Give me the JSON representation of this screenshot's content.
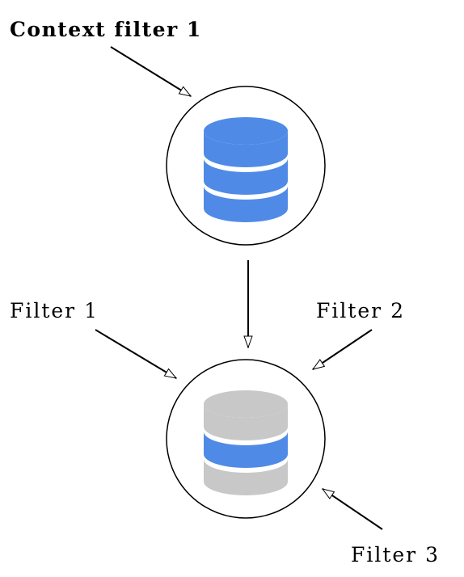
{
  "labels": {
    "context_filter": "Context filter 1",
    "filter_1": "Filter 1",
    "filter_2": "Filter 2",
    "filter_3": "Filter 3"
  },
  "colors": {
    "active": "#4f8be6",
    "inactive": "#c8c8c8",
    "stroke": "#000000",
    "background": "#ffffff"
  },
  "icons": {
    "top": "database-icon",
    "bottom": "database-icon"
  },
  "database_top": {
    "layers": [
      "active",
      "active",
      "active"
    ]
  },
  "database_bottom": {
    "layers": [
      "inactive",
      "active",
      "inactive"
    ]
  }
}
